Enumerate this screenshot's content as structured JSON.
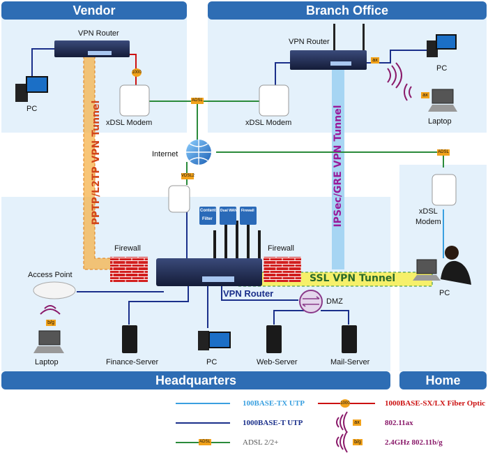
{
  "regions": {
    "vendor": "Vendor",
    "branch": "Branch Office",
    "hq": "Headquarters",
    "home": "Home"
  },
  "labels": {
    "vendor_router": "VPN Router",
    "vendor_pc": "PC",
    "vendor_modem": "xDSL Modem",
    "branch_router": "VPN Router",
    "branch_pc": "PC",
    "branch_modem": "xDSL Modem",
    "branch_laptop": "Laptop",
    "internet": "Internet",
    "home_modem": "xDSL\nModem",
    "home_pc": "PC",
    "firewall_left": "Firewall",
    "firewall_right": "Firewall",
    "access_point": "Access Point",
    "hq_laptop": "Laptop",
    "finance": "Finance-Server",
    "hq_pc": "PC",
    "web": "Web-Server",
    "mail": "Mail-Server",
    "hq_router": "VPN Router",
    "dmz": "DMZ"
  },
  "tunnels": {
    "pptp": "PPTP/L2TP VPN Tunnel",
    "ipsec": "IPSec/GRE VPN Tunnel",
    "ssl": "SSL VPN Tunnel"
  },
  "tags": {
    "fiber": "1000",
    "wifi_ax": "ax",
    "wifi_bg": "b/g",
    "adsl": "ADSL",
    "vdsl": "VDSL2",
    "feat_content_1": "Content",
    "feat_content_2": "Filter",
    "feat_dualwan": "Dual WAN",
    "feat_firewall": "Firewall"
  },
  "legend": [
    {
      "id": "fe",
      "label": "100BASE-TX UTP",
      "color": "#3aa0e0"
    },
    {
      "id": "ge",
      "label": "1000BASE-T UTP",
      "color": "#1a2f8a"
    },
    {
      "id": "adsl",
      "label": "ADSL 2/2+",
      "color": "#555555",
      "tag": "ADSL"
    },
    {
      "id": "fiber",
      "label": "1000BASE-SX/LX Fiber Optic",
      "color": "#cc1111",
      "tag": "1000"
    },
    {
      "id": "ax",
      "label": "802.11ax",
      "color": "#cc1111",
      "tag": "ax"
    },
    {
      "id": "bg",
      "label": "2.4GHz 802.11b/g",
      "color": "#cc1111",
      "tag": "b/g"
    }
  ],
  "colors": {
    "region_fill": "#e4f1fb",
    "header": "#2e6db4",
    "utp_fe": "#3aa0e0",
    "utp_ge": "#1a2f8a",
    "adsl": "#2a8a3a",
    "wifi": "#8a1a6a",
    "pptp": "#f2a33a",
    "ipsec": "#9fd2f2",
    "ssl": "#f6f06a"
  }
}
